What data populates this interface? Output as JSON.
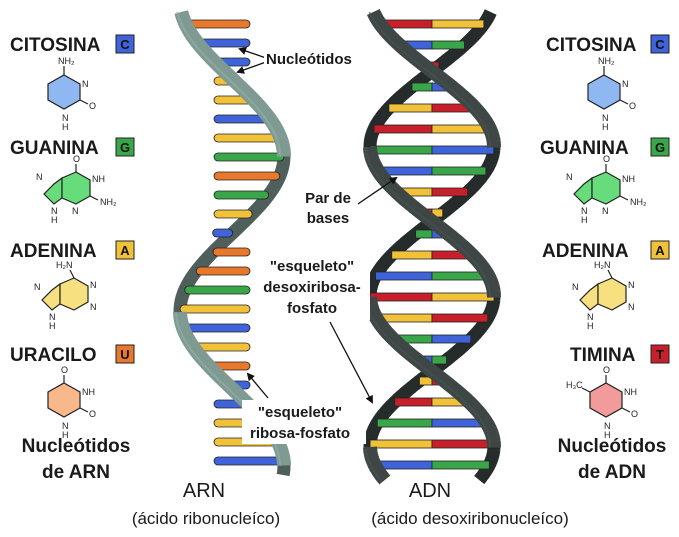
{
  "rna": {
    "title": "ARN",
    "subtitle": "(ácido ribonucleíco)",
    "caption_line1": "Nucleótidos",
    "caption_line2": "de ARN",
    "backbone_label_line1": "\"esqueleto\"",
    "backbone_label_line2": "ribosa-fosfato",
    "strand_color": "#7f9a92",
    "bases": [
      {
        "name": "CITOSINA",
        "letter": "C",
        "color": "#3f63d8",
        "ring_color": "#8fb8f3"
      },
      {
        "name": "GUANINA",
        "letter": "G",
        "color": "#3aa64a",
        "ring_color": "#66dd7a"
      },
      {
        "name": "ADENINA",
        "letter": "A",
        "color": "#f2c13a",
        "ring_color": "#f7e07f"
      },
      {
        "name": "URACILO",
        "letter": "U",
        "color": "#e8782c",
        "ring_color": "#f8b88c"
      }
    ]
  },
  "dna": {
    "title": "ADN",
    "subtitle": "(ácido desoxiribonucleíco)",
    "caption_line1": "Nucleótidos",
    "caption_line2": "de ADN",
    "backbone_label_line1": "\"esqueleto\"",
    "backbone_label_line2": "desoxiribosa-",
    "backbone_label_line3": "fosfato",
    "strand_color": "#3e4745",
    "bases": [
      {
        "name": "CITOSINA",
        "letter": "C",
        "color": "#3f63d8",
        "ring_color": "#8fb8f3"
      },
      {
        "name": "GUANINA",
        "letter": "G",
        "color": "#3aa64a",
        "ring_color": "#66dd7a"
      },
      {
        "name": "ADENINA",
        "letter": "A",
        "color": "#f2c13a",
        "ring_color": "#f7e07f"
      },
      {
        "name": "TIMINA",
        "letter": "T",
        "color": "#c8202a",
        "ring_color": "#f39a9a"
      }
    ]
  },
  "labels": {
    "nucleotides": "Nucleótidos",
    "base_pair_line1": "Par de",
    "base_pair_line2": "bases"
  },
  "atoms": {
    "nh2": "NH₂",
    "n": "N",
    "h": "H",
    "nh": "NH",
    "o": "O",
    "h2n": "H₂N",
    "h3c": "H₃C"
  }
}
